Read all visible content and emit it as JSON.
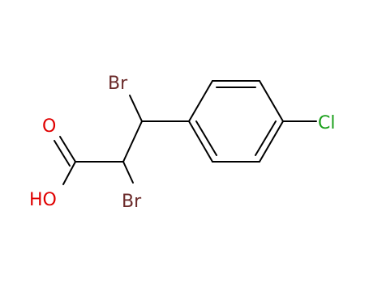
{
  "molecule": {
    "atoms": {
      "br_top": {
        "label": "Br",
        "color": "#6b2a2a"
      },
      "br_bottom": {
        "label": "Br",
        "color": "#6b2a2a"
      },
      "cl": {
        "label": "Cl",
        "color": "#1aa01a"
      },
      "o_carbonyl": {
        "label": "O",
        "color": "#e00000"
      },
      "oh": {
        "label": "HO",
        "color": "#e00000"
      }
    },
    "bond_color": "#000000"
  }
}
